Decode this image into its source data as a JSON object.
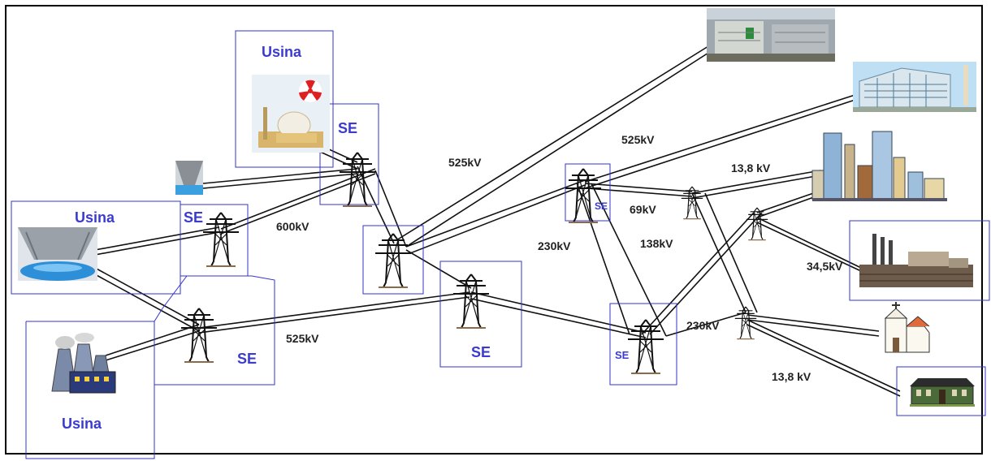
{
  "labels": {
    "usina_top": "Usina",
    "usina_left": "Usina",
    "usina_bottom": "Usina",
    "se_top": "SE",
    "se_left": "SE",
    "se_bottom_left": "SE",
    "se_center": "SE",
    "se_mid_right": "SE",
    "se_lower_right": "SE"
  },
  "voltages": {
    "v600": "600kV",
    "v525_upper": "525kV",
    "v525_right": "525kV",
    "v525_lower": "525kV",
    "v230_left": "230kV",
    "v69": "69kV",
    "v138": "138kV",
    "v230_right": "230kV",
    "v13_8_upper": "13,8 kV",
    "v34_5": "34,5kV",
    "v13_8_lower": "13,8 kV"
  },
  "colors": {
    "label_blue": "#3b3bd0",
    "box_stroke": "#3333cc",
    "line": "#111111"
  },
  "icons": [
    "nuclear-plant-icon",
    "small-dam-icon",
    "hydro-dam-icon",
    "thermal-plant-icon",
    "transmission-tower-icon",
    "factory-building-icon",
    "office-building-icon",
    "city-skyline-icon",
    "industrial-plant-icon",
    "church-icon",
    "house-icon"
  ]
}
